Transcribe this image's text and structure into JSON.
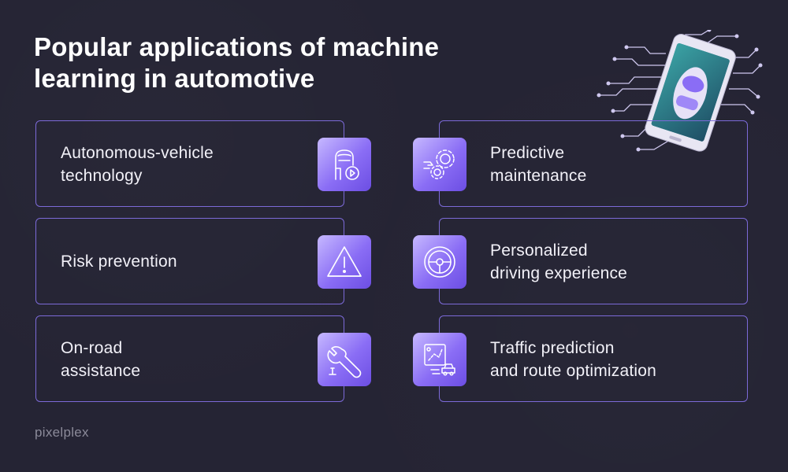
{
  "title_line1": "Popular applications of machine",
  "title_line2": "learning in automotive",
  "cards": [
    {
      "label_line1": "Autonomous-vehicle",
      "label_line2": "technology",
      "icon": "car-top-view-play-icon"
    },
    {
      "label_line1": "Predictive",
      "label_line2": "maintenance",
      "icon": "gears-icon"
    },
    {
      "label_line1": "Risk prevention",
      "label_line2": "",
      "icon": "warning-triangle-icon"
    },
    {
      "label_line1": "Personalized",
      "label_line2": "driving experience",
      "icon": "steering-wheel-icon"
    },
    {
      "label_line1": "On-road",
      "label_line2": "assistance",
      "icon": "wrench-bolt-icon"
    },
    {
      "label_line1": "Traffic prediction",
      "label_line2": "and route optimization",
      "icon": "route-map-car-icon"
    }
  ],
  "logo": "pixelplex",
  "colors": {
    "background": "#252434",
    "card_border": "#7c6ad8",
    "icon_gradient_start": "#c6b8ff",
    "icon_gradient_end": "#6c4ee3"
  }
}
